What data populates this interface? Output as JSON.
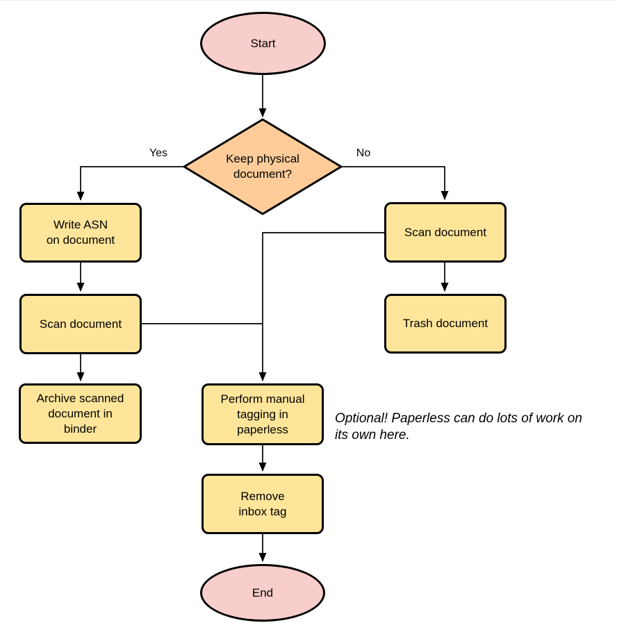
{
  "colors": {
    "node_yellow": "#FFE59A",
    "decision_orange": "#FFCC99",
    "terminal_pink": "#F8CECC",
    "stroke": "#000000"
  },
  "flowchart": {
    "start": "Start",
    "decision": "Keep physical\ndocument?",
    "yes_label": "Yes",
    "no_label": "No",
    "write_asn": "Write ASN\non document",
    "scan_left": "Scan document",
    "archive": "Archive scanned\ndocument in\nbinder",
    "scan_right": "Scan document",
    "trash": "Trash document",
    "perform_tagging": "Perform manual\ntagging in\npaperless",
    "remove_inbox": "Remove\ninbox tag",
    "end": "End",
    "annotation": "Optional! Paperless can do lots of work on\nits own here."
  }
}
